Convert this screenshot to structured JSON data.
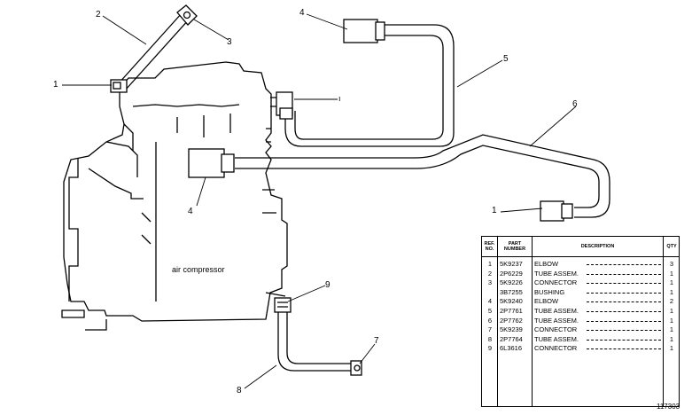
{
  "diagram": {
    "component_label": "air compressor",
    "figure_id": "117303",
    "callouts": [
      "1",
      "2",
      "3",
      "4",
      "5",
      "6",
      "1",
      "4",
      "9",
      "7",
      "8"
    ]
  },
  "parts_table": {
    "headers": {
      "ref_no": "REF. NO.",
      "part_number": "PART NUMBER",
      "description": "DESCRIPTION",
      "qty": "QTY"
    },
    "rows": [
      {
        "ref": "1",
        "part": "5K9237",
        "desc": "ELBOW",
        "qty": "3"
      },
      {
        "ref": "2",
        "part": "2P6229",
        "desc": "TUBE ASSEM.",
        "qty": "1"
      },
      {
        "ref": "3",
        "part": "5K9226",
        "desc": "CONNECTOR",
        "qty": "1"
      },
      {
        "ref": "",
        "part": "3B7255",
        "desc": "BUSHING",
        "qty": "1"
      },
      {
        "ref": "4",
        "part": "5K9240",
        "desc": "ELBOW",
        "qty": "2"
      },
      {
        "ref": "5",
        "part": "2P7761",
        "desc": "TUBE ASSEM.",
        "qty": "1"
      },
      {
        "ref": "6",
        "part": "2P7762",
        "desc": "TUBE ASSEM.",
        "qty": "1"
      },
      {
        "ref": "7",
        "part": "5K9239",
        "desc": "CONNECTOR",
        "qty": "1"
      },
      {
        "ref": "8",
        "part": "2P7764",
        "desc": "TUBE ASSEM.",
        "qty": "1"
      },
      {
        "ref": "9",
        "part": "6L3616",
        "desc": "CONNECTOR",
        "qty": "1"
      }
    ]
  }
}
